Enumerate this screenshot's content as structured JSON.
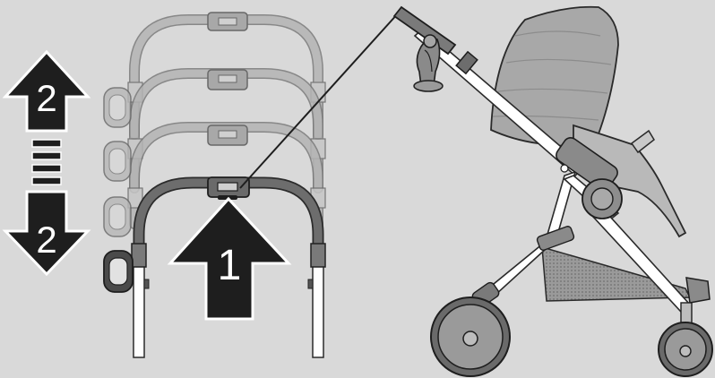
{
  "instructions": {
    "step_primary": "1",
    "step_secondary_top": "2",
    "step_secondary_bottom": "2"
  },
  "colors": {
    "background": "#d9d9d9",
    "arrow_fill": "#1e1e1e",
    "active_handle": "#6b6b6b",
    "ghost_handle": "#a9a9a9",
    "frame": "#ffffff",
    "outline": "#2a2a2a",
    "canopy": "#a8a8a8",
    "basket": "#8c8c8c"
  }
}
